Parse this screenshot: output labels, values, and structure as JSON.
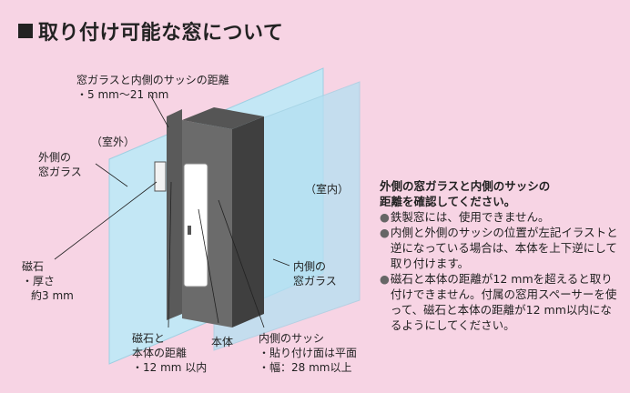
{
  "title": "取り付け可能な窓について",
  "labels": {
    "gap_title": "窓ガラスと内側のサッシの距離",
    "gap_value": "・5 mm〜21 mm",
    "outdoor": "（室外）",
    "indoor": "（室内）",
    "outer_glass_1": "外側の",
    "outer_glass_2": "窓ガラス",
    "magnet_1": "磁石",
    "magnet_2": "・厚さ",
    "magnet_3": "約3 mm",
    "inner_glass_1": "内側の",
    "inner_glass_2": "窓ガラス",
    "body": "本体",
    "mag_body_1": "磁石と",
    "mag_body_2": "本体の距離",
    "mag_body_3": "・12 mm 以内",
    "inner_sash_1": "内側のサッシ",
    "inner_sash_2": "・貼り付け面は平面",
    "inner_sash_3": "・幅：28 mm以上"
  },
  "note": {
    "heading_1": "外側の窓ガラスと内側のサッシの",
    "heading_2": "距離を確認してください。",
    "bullets": [
      "鉄製窓には、使用できません。",
      "内側と外側のサッシの位置が左記イラストと逆になっている場合は、本体を上下逆にして取り付けます。",
      "磁石と本体の距離が12 mmを超えると取り付けできません。付属の窓用スペーサーを使って、磁石と本体の距離が12 mm以内になるようにしてください。"
    ],
    "bullet_mark": "●"
  },
  "colors": {
    "background": "#f7d4e4",
    "glass": "#bfe6f4",
    "sash": "#6b6b6b",
    "sash_dark": "#3d3d3d",
    "sensor": "#ffffff"
  }
}
